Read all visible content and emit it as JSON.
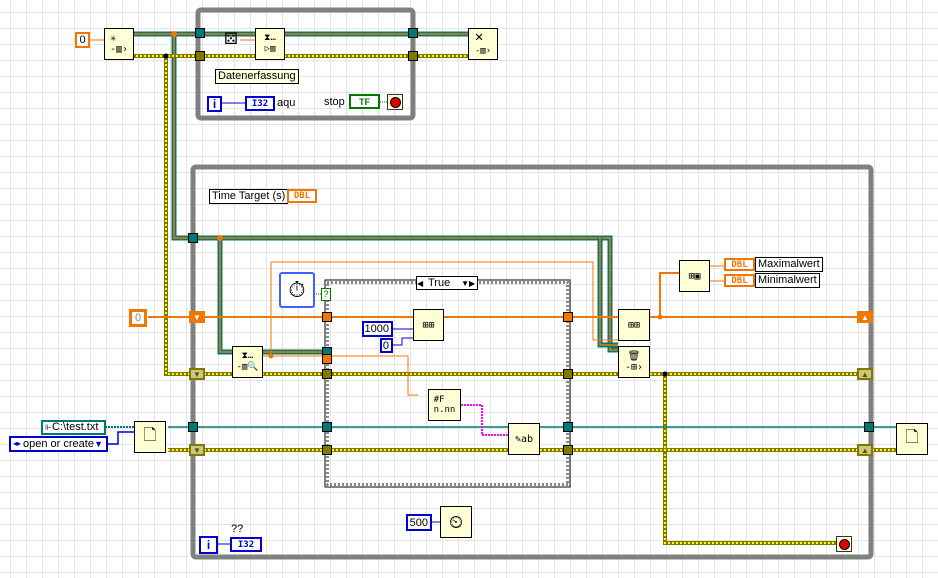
{
  "diagram": {
    "type": "LabVIEW block diagram",
    "colors": {
      "wire_numeric_dbl": "#f07800",
      "wire_int": "#0000d0",
      "wire_refnum": "#007878",
      "wire_error": "#c8b400",
      "wire_string": "#ff00ff",
      "structure_gray": "#808080",
      "node_fill": "#ffffd6"
    },
    "top_loop": {
      "queue_size_constant": "0",
      "node_label": "Datenerfassung",
      "iteration_terminal": "i",
      "indicator_type": "I32",
      "indicator_label": "aqu",
      "stop_label": "stop",
      "stop_control_type": "TF"
    },
    "main_loop": {
      "time_target_label": "Time Target (s)",
      "time_target_type": "DBL",
      "shift_register_init": "0",
      "case_selector": "True",
      "subset_length": "1000",
      "subset_index": "0",
      "wait_ms": "500",
      "iteration_terminal": "i",
      "indicator_type": "I32",
      "indicator_label": "??",
      "max_label": "Maximalwert",
      "min_label": "Minimalwert",
      "max_type": "DBL",
      "min_type": "DBL",
      "elapsed_question": "?"
    },
    "file": {
      "path": "C:\\test.txt",
      "operation": "open or create",
      "dropdown_arrow": "▼"
    },
    "icons": {
      "obtain_queue": "obtain-queue-icon",
      "release_queue": "release-queue-icon",
      "random": "dice-icon",
      "enqueue": "enqueue-icon",
      "dequeue": "dequeue-icon",
      "flush_queue": "flush-queue-icon",
      "array_subset": "array-subset-icon",
      "max_min": "array-max-min-icon",
      "format_string": "format-string-icon",
      "write_text": "write-text-file-icon",
      "open_file": "open-file-icon",
      "close_file": "close-file-icon",
      "wait": "metronome-icon",
      "elapsed_time": "stopwatch-icon"
    }
  }
}
